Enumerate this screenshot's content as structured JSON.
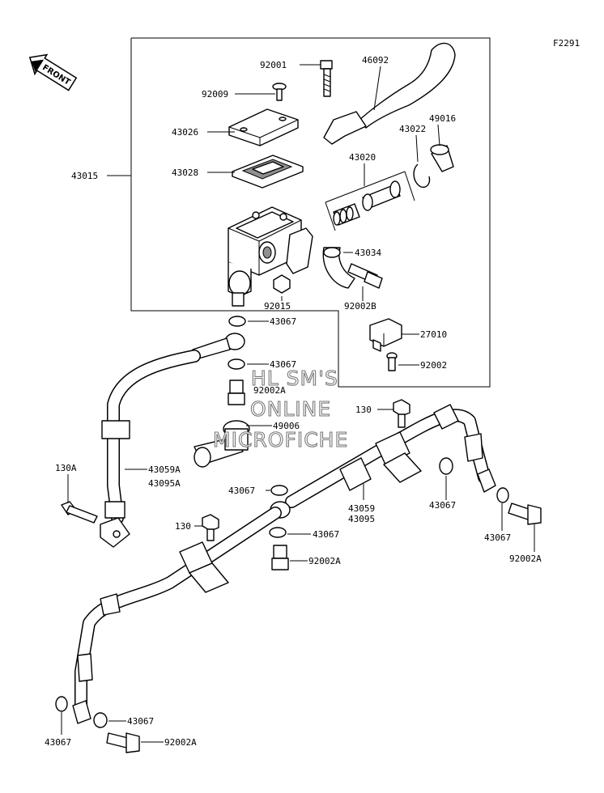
{
  "figure_id": "F2291",
  "front_label": "FRONT",
  "watermark": [
    "HL SM'S",
    "ONLINE",
    "MICROFICHE"
  ],
  "labels": [
    {
      "id": "l92001",
      "text": "92001"
    },
    {
      "id": "l46092",
      "text": "46092"
    },
    {
      "id": "l92009",
      "text": "92009"
    },
    {
      "id": "l43026",
      "text": "43026"
    },
    {
      "id": "l49016",
      "text": "49016"
    },
    {
      "id": "l43022",
      "text": "43022"
    },
    {
      "id": "l43015",
      "text": "43015"
    },
    {
      "id": "l43028",
      "text": "43028"
    },
    {
      "id": "l43020",
      "text": "43020"
    },
    {
      "id": "l43034",
      "text": "43034"
    },
    {
      "id": "l92015",
      "text": "92015"
    },
    {
      "id": "l92002B",
      "text": "92002B"
    },
    {
      "id": "l43067a",
      "text": "43067"
    },
    {
      "id": "l27010",
      "text": "27010"
    },
    {
      "id": "l43067b",
      "text": "43067"
    },
    {
      "id": "l92002",
      "text": "92002"
    },
    {
      "id": "l92002Aa",
      "text": "92002A"
    },
    {
      "id": "l130a",
      "text": "130"
    },
    {
      "id": "l49006",
      "text": "49006"
    },
    {
      "id": "l130A",
      "text": "130A"
    },
    {
      "id": "l43059A",
      "text": "43059A"
    },
    {
      "id": "l43095A",
      "text": "43095A"
    },
    {
      "id": "l43067c",
      "text": "43067"
    },
    {
      "id": "l43067d",
      "text": "43067"
    },
    {
      "id": "l43059",
      "text": "43059"
    },
    {
      "id": "l43095",
      "text": "43095"
    },
    {
      "id": "l130b",
      "text": "130"
    },
    {
      "id": "l43067e",
      "text": "43067"
    },
    {
      "id": "l43067f",
      "text": "43067"
    },
    {
      "id": "l92002Ab",
      "text": "92002A"
    },
    {
      "id": "l92002Ac",
      "text": "92002A"
    },
    {
      "id": "l43067g",
      "text": "43067"
    },
    {
      "id": "l43067h",
      "text": "43067"
    },
    {
      "id": "l92002Ad",
      "text": "92002A"
    }
  ]
}
